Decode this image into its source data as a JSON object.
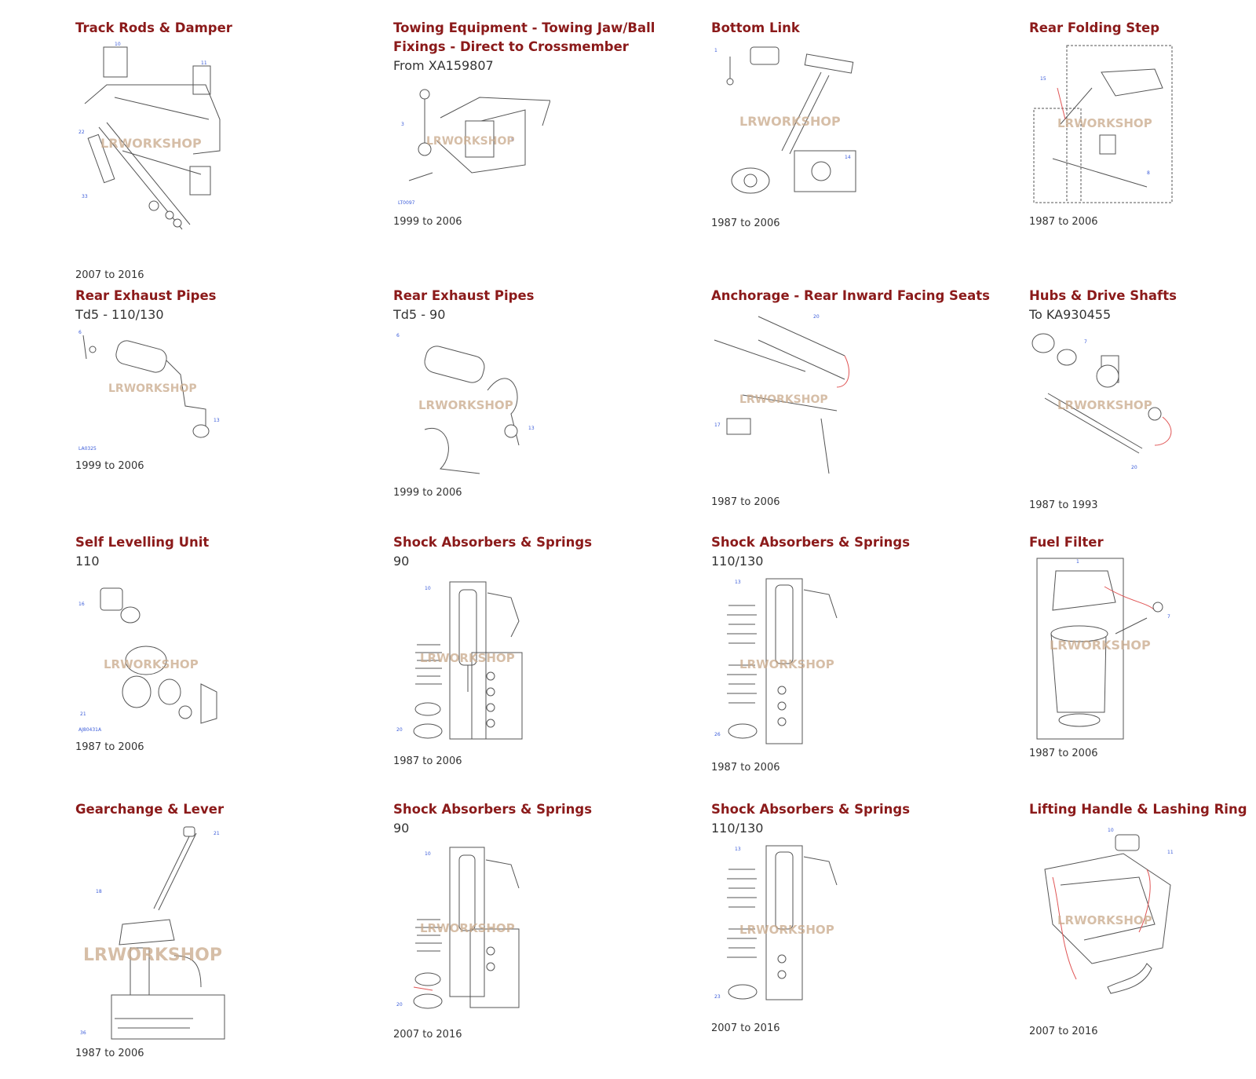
{
  "watermark": "LRWORKSHOP",
  "colors": {
    "title": "#8b1a1a",
    "text": "#333333",
    "callout": "#3a5bd9",
    "watermark": "#c9a98a"
  },
  "cards": [
    {
      "title": "Track Rods & Damper",
      "subtitle": "",
      "years": "2007 to 2016"
    },
    {
      "title": "Towing Equipment - Towing Jaw/Ball Fixings - Direct to Crossmember",
      "subtitle": "From XA159807",
      "years": "1999 to 2006"
    },
    {
      "title": "Bottom Link",
      "subtitle": "",
      "years": "1987 to 2006"
    },
    {
      "title": "Rear Folding Step",
      "subtitle": "",
      "years": "1987 to 2006"
    },
    {
      "title": "Rear Exhaust Pipes",
      "subtitle": "Td5 - 110/130",
      "years": "1999 to 2006"
    },
    {
      "title": "Rear Exhaust Pipes",
      "subtitle": "Td5 - 90",
      "years": "1999 to 2006"
    },
    {
      "title": "Anchorage - Rear Inward Facing Seats",
      "subtitle": "",
      "years": "1987 to 2006"
    },
    {
      "title": "Hubs & Drive Shafts",
      "subtitle": "To KA930455",
      "years": "1987 to 1993"
    },
    {
      "title": "Self Levelling Unit",
      "subtitle": "110",
      "years": "1987 to 2006"
    },
    {
      "title": "Shock Absorbers & Springs",
      "subtitle": "90",
      "years": "1987 to 2006"
    },
    {
      "title": "Shock Absorbers & Springs",
      "subtitle": "110/130",
      "years": "1987 to 2006"
    },
    {
      "title": "Fuel Filter",
      "subtitle": "",
      "years": "1987 to 2006"
    },
    {
      "title": "Gearchange & Lever",
      "subtitle": "",
      "years": "1987 to 2006"
    },
    {
      "title": "Shock Absorbers & Springs",
      "subtitle": "90",
      "years": "2007 to 2016"
    },
    {
      "title": "Shock Absorbers & Springs",
      "subtitle": "110/130",
      "years": "2007 to 2016"
    },
    {
      "title": "Lifting Handle & Lashing Ring",
      "subtitle": "",
      "years": "2007 to 2016"
    }
  ]
}
